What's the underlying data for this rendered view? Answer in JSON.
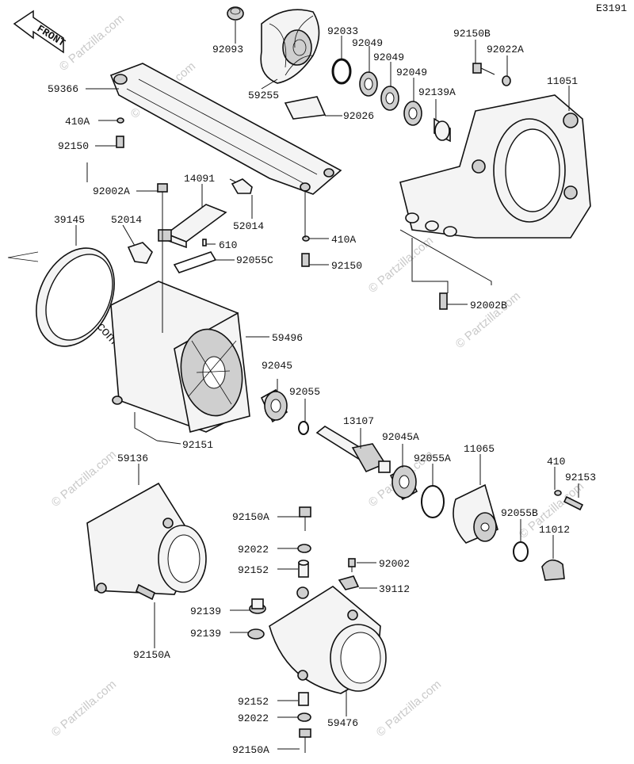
{
  "diagram_code": "E3191",
  "front_label": "FRONT",
  "watermark": "© Partzilla.com",
  "parts": [
    {
      "id": "p92093",
      "label": "92093"
    },
    {
      "id": "p92033",
      "label": "92033"
    },
    {
      "id": "p92049a",
      "label": "92049"
    },
    {
      "id": "p92049b",
      "label": "92049"
    },
    {
      "id": "p92049c",
      "label": "92049"
    },
    {
      "id": "p92150B",
      "label": "92150B"
    },
    {
      "id": "p92022A",
      "label": "92022A"
    },
    {
      "id": "p11051",
      "label": "11051"
    },
    {
      "id": "p59366",
      "label": "59366"
    },
    {
      "id": "p59255",
      "label": "59255"
    },
    {
      "id": "p92139A",
      "label": "92139A"
    },
    {
      "id": "p410A_a",
      "label": "410A"
    },
    {
      "id": "p92026",
      "label": "92026"
    },
    {
      "id": "p92150_a",
      "label": "92150"
    },
    {
      "id": "p92002A",
      "label": "92002A"
    },
    {
      "id": "p14091",
      "label": "14091"
    },
    {
      "id": "p39145",
      "label": "39145"
    },
    {
      "id": "p52014a",
      "label": "52014"
    },
    {
      "id": "p52014b",
      "label": "52014"
    },
    {
      "id": "p410A_b",
      "label": "410A"
    },
    {
      "id": "p610",
      "label": "610"
    },
    {
      "id": "p92055C",
      "label": "92055C"
    },
    {
      "id": "p92150_b",
      "label": "92150"
    },
    {
      "id": "p92002B",
      "label": "92002B"
    },
    {
      "id": "p59496",
      "label": "59496"
    },
    {
      "id": "p92045",
      "label": "92045"
    },
    {
      "id": "p92055",
      "label": "92055"
    },
    {
      "id": "p13107",
      "label": "13107"
    },
    {
      "id": "p92045A",
      "label": "92045A"
    },
    {
      "id": "p92151",
      "label": "92151"
    },
    {
      "id": "p59136",
      "label": "59136"
    },
    {
      "id": "p92055A",
      "label": "92055A"
    },
    {
      "id": "p11065",
      "label": "11065"
    },
    {
      "id": "p410",
      "label": "410"
    },
    {
      "id": "p92153",
      "label": "92153"
    },
    {
      "id": "p92150A_a",
      "label": "92150A"
    },
    {
      "id": "p92055B",
      "label": "92055B"
    },
    {
      "id": "p11012",
      "label": "11012"
    },
    {
      "id": "p92022_a",
      "label": "92022"
    },
    {
      "id": "p92002",
      "label": "92002"
    },
    {
      "id": "p92152_a",
      "label": "92152"
    },
    {
      "id": "p39112",
      "label": "39112"
    },
    {
      "id": "p92139_a",
      "label": "92139"
    },
    {
      "id": "p92139_b",
      "label": "92139"
    },
    {
      "id": "p92150A_b",
      "label": "92150A"
    },
    {
      "id": "p92152_b",
      "label": "92152"
    },
    {
      "id": "p92022_b",
      "label": "92022"
    },
    {
      "id": "p59476",
      "label": "59476"
    },
    {
      "id": "p92150A_c",
      "label": "92150A"
    }
  ]
}
